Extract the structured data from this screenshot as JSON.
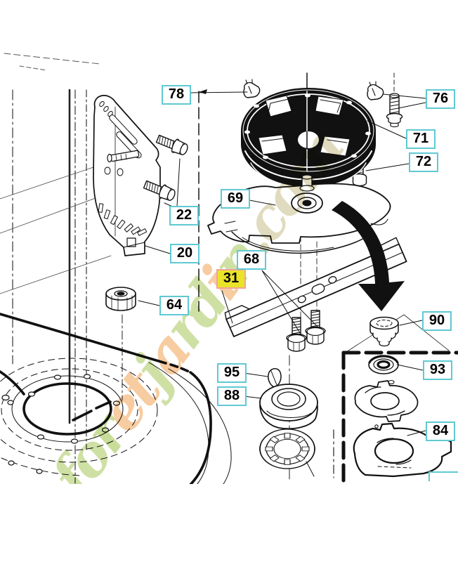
{
  "diagram_title": "mower deck spindle and blade exploded parts diagram",
  "labels": [
    {
      "text": "78",
      "highlighted": false
    },
    {
      "text": "76",
      "highlighted": false
    },
    {
      "text": "71",
      "highlighted": false
    },
    {
      "text": "72",
      "highlighted": false
    },
    {
      "text": "69",
      "highlighted": false
    },
    {
      "text": "22",
      "highlighted": false
    },
    {
      "text": "20",
      "highlighted": false
    },
    {
      "text": "64",
      "highlighted": false
    },
    {
      "text": "31",
      "highlighted": true
    },
    {
      "text": "68",
      "highlighted": false
    },
    {
      "text": "95",
      "highlighted": false
    },
    {
      "text": "88",
      "highlighted": false
    },
    {
      "text": "90",
      "highlighted": false
    },
    {
      "text": "93",
      "highlighted": false
    },
    {
      "text": "84",
      "highlighted": false
    }
  ],
  "watermark": {
    "text": "foretjardin.com",
    "letters": [
      {
        "ch": "f",
        "color": "#c3d98f"
      },
      {
        "ch": "o",
        "color": "#c3d98f"
      },
      {
        "ch": "r",
        "color": "#bcd581"
      },
      {
        "ch": "e",
        "color": "#f5c089"
      },
      {
        "ch": "t",
        "color": "#f5c089"
      },
      {
        "ch": "j",
        "color": "#c3d98f"
      },
      {
        "ch": "a",
        "color": "#f5c089"
      },
      {
        "ch": "r",
        "color": "#c3d98f"
      },
      {
        "ch": "d",
        "color": "#c3d98f"
      },
      {
        "ch": "i",
        "color": "#f5c089"
      },
      {
        "ch": "n",
        "color": "#c3d98f"
      },
      {
        "ch": ".",
        "color": "#d9d2ae"
      },
      {
        "ch": "c",
        "color": "#d9d2ae"
      },
      {
        "ch": "o",
        "color": "#d9d2ae"
      },
      {
        "ch": "m",
        "color": "#d9d2ae"
      }
    ]
  },
  "colors": {
    "label_border": "#5fc9d3",
    "label_bg": "#ffffff",
    "label_text": "#000000",
    "highlight_bg": "#e9e428",
    "highlight_border": "#f2a29b",
    "line": "#111111",
    "watermark_green": "#c3d98f",
    "watermark_orange": "#f5c089",
    "watermark_tan": "#d9d2ae"
  }
}
